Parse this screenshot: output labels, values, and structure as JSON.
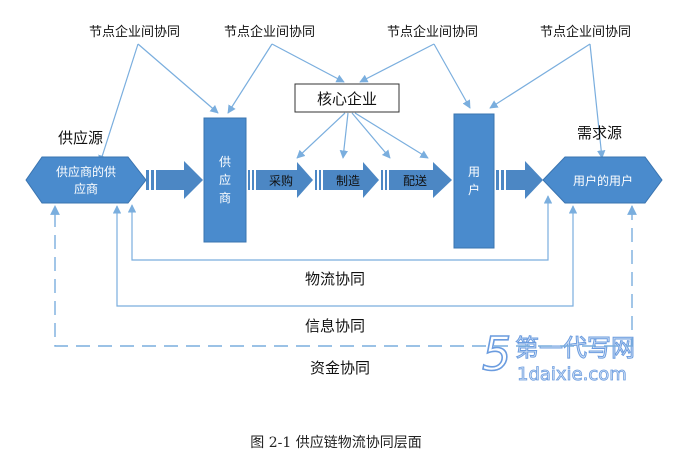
{
  "colors": {
    "block": "#4a8bcd",
    "block_edge": "#3a74b0",
    "arrow": "#4c87c4",
    "line": "#7aaede",
    "dashed": "#7aaede",
    "watermark_blue": "#3a7bd5",
    "watermark_light": "#c9dcf3"
  },
  "collab_labels": [
    "节点企业间协同",
    "节点企业间协同",
    "节点企业间协同",
    "节点企业间协同"
  ],
  "core": "核心企业",
  "supply_source": "供应源",
  "demand_source": "需求源",
  "supplier_of_supplier": [
    "供应商的供",
    "应商"
  ],
  "supplier_chars": [
    "供",
    "应",
    "商"
  ],
  "user_chars": [
    "用",
    "户"
  ],
  "user_of_user": "用户的用户",
  "process": [
    "采购",
    "制造",
    "配送"
  ],
  "flows": {
    "logistics": "物流协同",
    "information": "信息协同",
    "capital": "资金协同"
  },
  "watermark": {
    "title": "第一代写网",
    "url": "1daixie.com"
  },
  "caption": "图 2-1   供应链物流协同层面"
}
